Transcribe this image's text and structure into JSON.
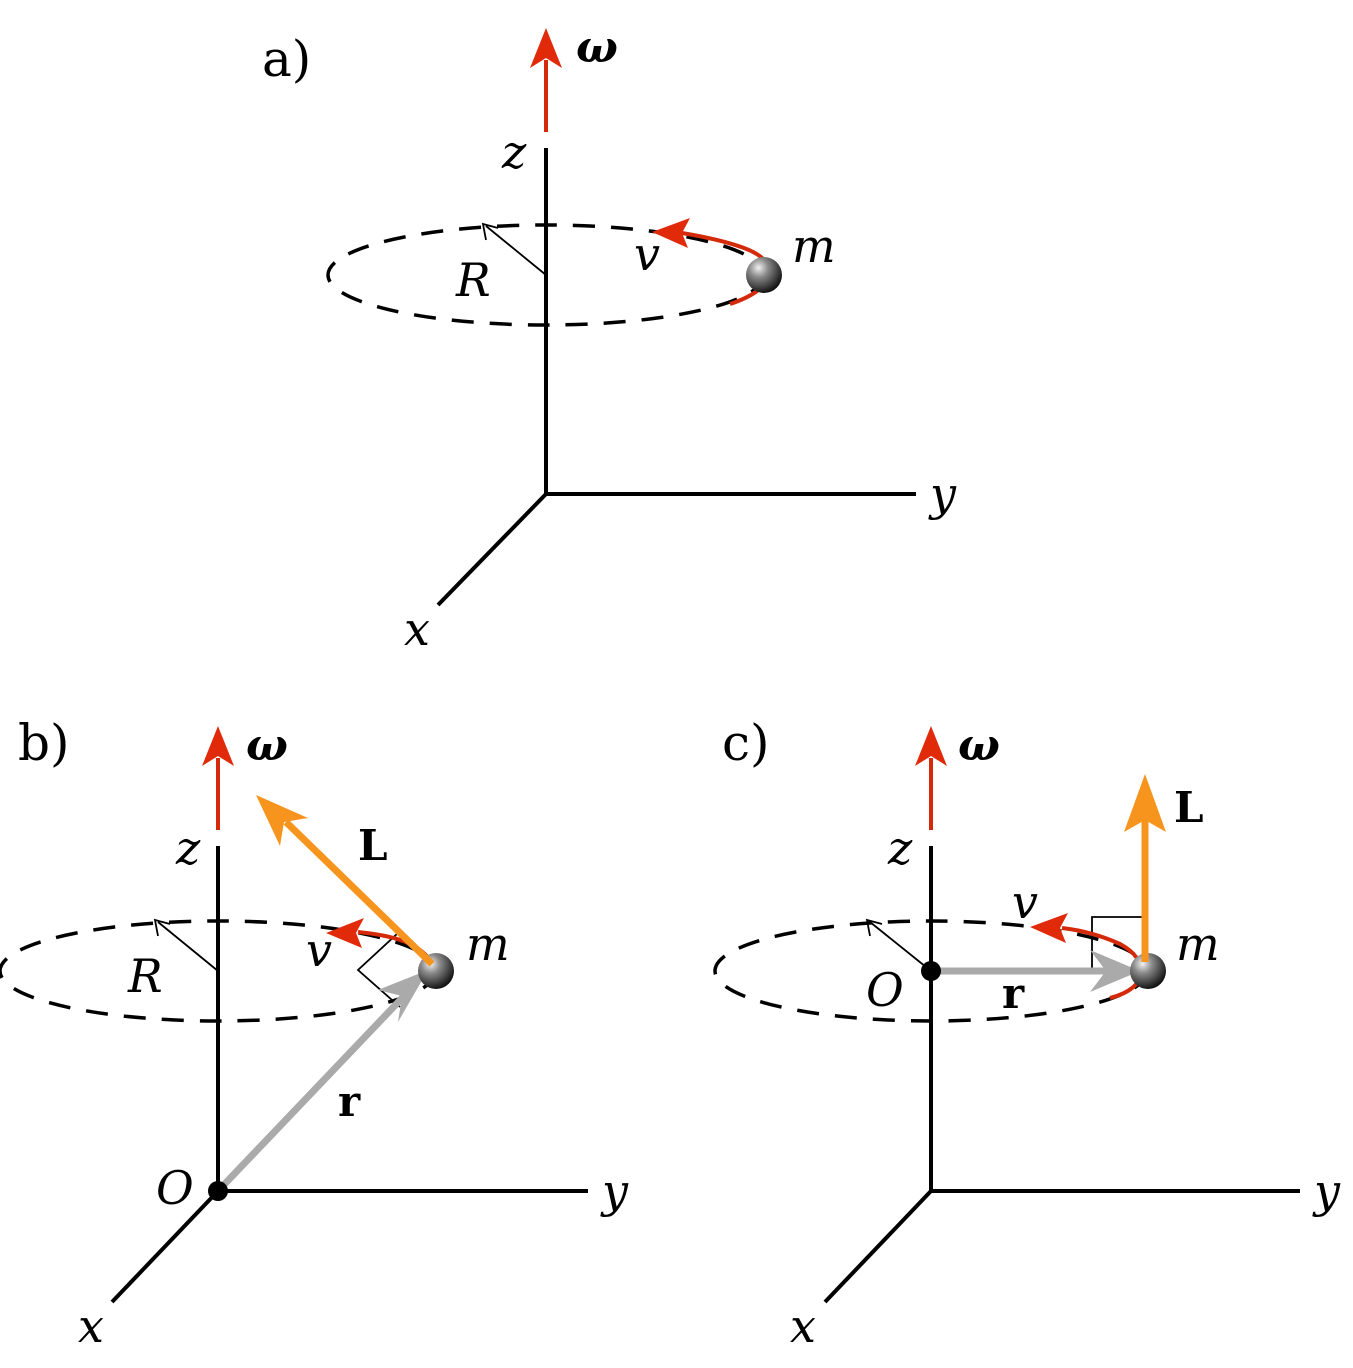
{
  "panels": {
    "a": {
      "panel_label": "a)",
      "omega": "ω",
      "z": "z",
      "y": "y",
      "x": "x",
      "R": "R",
      "v": "v",
      "m": "m"
    },
    "b": {
      "panel_label": "b)",
      "omega": "ω",
      "z": "z",
      "y": "y",
      "x": "x",
      "R": "R",
      "v": "v",
      "m": "m",
      "L": "L",
      "r": "r",
      "O": "O"
    },
    "c": {
      "panel_label": "c)",
      "omega": "ω",
      "z": "z",
      "y": "y",
      "x": "x",
      "v": "v",
      "m": "m",
      "L": "L",
      "r": "r",
      "O": "O"
    }
  },
  "colors": {
    "omega_arrow": "#e02a0a",
    "velocity_arrow": "#d42a0a",
    "angular_momentum": "#f7941d",
    "position_vector": "#aaaaaa",
    "axes": "#000000"
  }
}
